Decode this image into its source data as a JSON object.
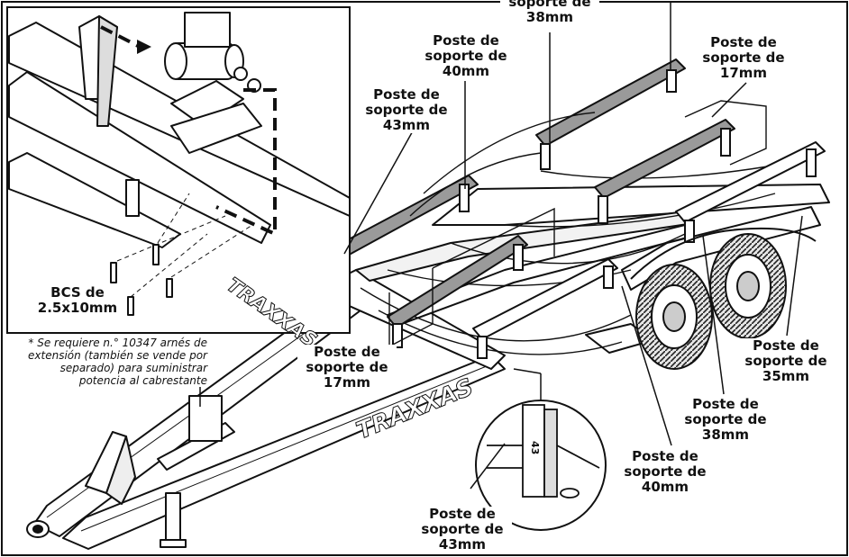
{
  "labels": {
    "top_38": {
      "line1": "soporte de",
      "line2": "38mm"
    },
    "post_40_top": {
      "line1": "Poste de",
      "line2": "soporte de",
      "line3": "40mm"
    },
    "post_17_top": {
      "line1": "Poste de",
      "line2": "soporte de",
      "line3": "17mm"
    },
    "post_43_left": {
      "line1": "Poste de",
      "line2": "soporte de",
      "line3": "43mm"
    },
    "bcs": {
      "line1": "BCS de",
      "line2": "2.5x10mm"
    },
    "post_17_mid": {
      "line1": "Poste de",
      "line2": "soporte de",
      "line3": "17mm"
    },
    "post_35": {
      "line1": "Poste de",
      "line2": "soporte de",
      "line3": "35mm"
    },
    "post_38_mid": {
      "line1": "Poste de",
      "line2": "soporte de",
      "line3": "38mm"
    },
    "post_40_low": {
      "line1": "Poste de",
      "line2": "soporte de",
      "line3": "40mm"
    },
    "post_43_bottom": {
      "line1": "Poste de",
      "line2": "soporte de",
      "line3": "43mm"
    }
  },
  "note": "* Se requiere n.° 10347 arnés de extensión (también se vende por separado) para suministrar potencia al cabrestante",
  "trailer_logo": "TRAXXAS",
  "detail_post_number": "43"
}
